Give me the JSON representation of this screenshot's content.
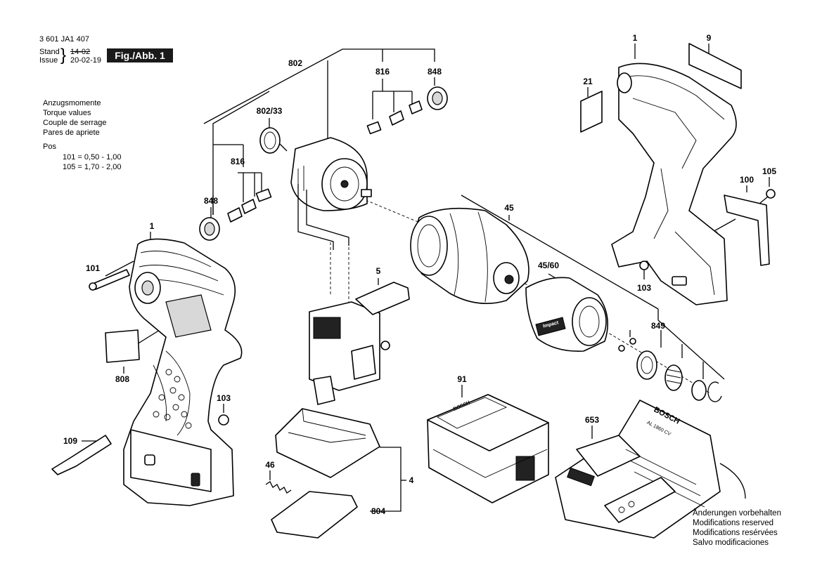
{
  "header": {
    "document_number": "3 601 JA1 407",
    "stand_label": "Stand",
    "issue_label": "Issue",
    "revision_old": "14-02",
    "revision_new": "20-02-19",
    "figure_label": "Fig./Abb. 1"
  },
  "torque_info": {
    "lines": [
      "Anzugsmomente",
      "Torque values",
      "Couple de serrage",
      "Pares de apriete"
    ],
    "pos_label": "Pos",
    "values": [
      "101 =  0,50  -  1,00",
      "105 =  1,70  -  2,00"
    ]
  },
  "footer_notes": [
    "Änderungen vorbehalten",
    "Modifications reserved",
    "Modifications resérvées",
    "Salvo modificaciones"
  ],
  "part_labels": {
    "p1_left": "1",
    "p1_right": "1",
    "p4": "4",
    "p5": "5",
    "p9": "9",
    "p21": "21",
    "p45": "45",
    "p45_60": "45/60",
    "p46": "46",
    "p91": "91",
    "p100": "100",
    "p101": "101",
    "p103_left": "103",
    "p103_right": "103",
    "p105": "105",
    "p109": "109",
    "p653": "653",
    "p802": "802",
    "p802_33": "802/33",
    "p804": "804",
    "p808": "808",
    "p816_top": "816",
    "p816_left": "816",
    "p848_top": "848",
    "p848_left": "848",
    "p849": "849"
  },
  "product_markings": {
    "charger_brand": "BOSCH",
    "charger_model": "AL 1860 CV",
    "battery_brand": "BOSCH",
    "sleeve_text": "Impact"
  },
  "colors": {
    "ink": "#000000",
    "figure_label_bg": "#1a1a1a",
    "figure_label_fg": "#ffffff",
    "background": "#ffffff"
  }
}
